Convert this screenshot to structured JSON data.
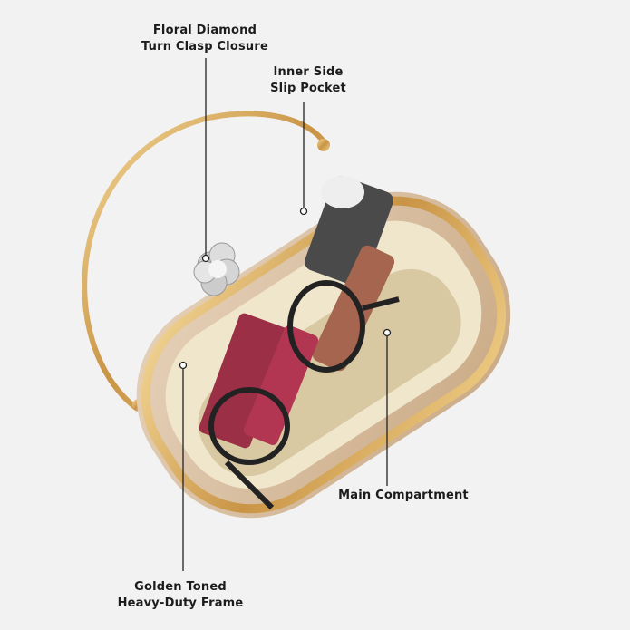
{
  "callouts": {
    "clasp": {
      "line1": "Floral Diamond",
      "line2": "Turn Clasp Closure"
    },
    "pocket": {
      "line1": "Inner Side",
      "line2": "Slip Pocket"
    },
    "compartment": {
      "line1": "Main Compartment"
    },
    "frame": {
      "line1": "Golden Toned",
      "line2": "Heavy-Duty Frame"
    }
  },
  "colors": {
    "background": "#f2f2f2",
    "gold": "#d9a959",
    "lining": "#e8dfc4",
    "glitter": "#d8bfa3",
    "callout": "#222222"
  }
}
